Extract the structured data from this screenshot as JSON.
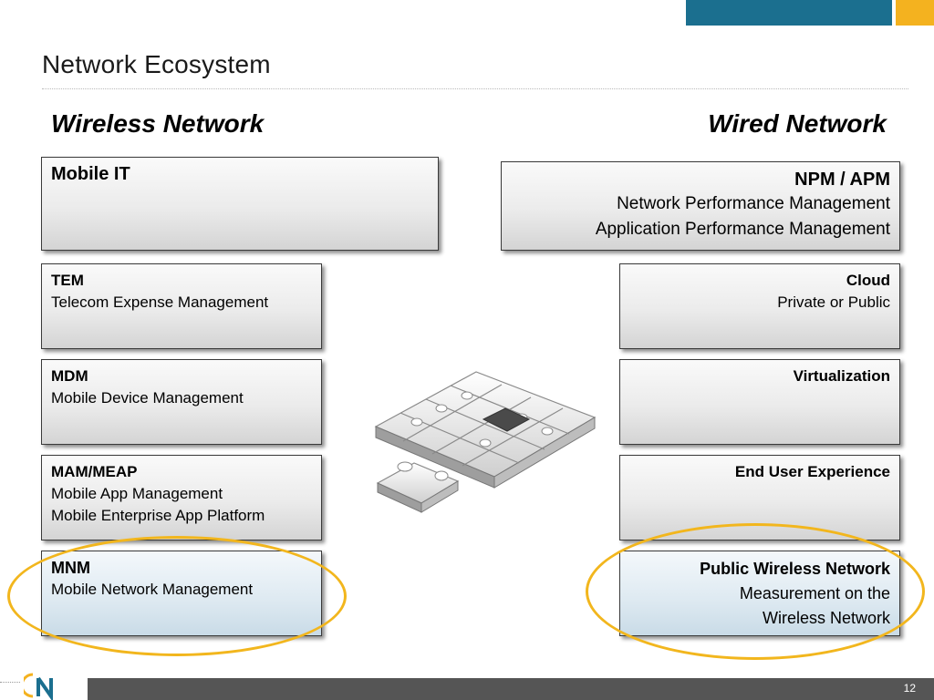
{
  "slide": {
    "title": "Network Ecosystem",
    "page_number": "12"
  },
  "wireless": {
    "heading": "Wireless Network",
    "boxes": [
      {
        "head": "Mobile IT",
        "lines": []
      },
      {
        "head": "TEM",
        "lines": [
          "Telecom Expense Management"
        ]
      },
      {
        "head": "MDM",
        "lines": [
          "Mobile Device Management"
        ]
      },
      {
        "head": "MAM/MEAP",
        "lines": [
          "Mobile App Management",
          "Mobile Enterprise App Platform"
        ]
      },
      {
        "head": "MNM",
        "lines": [
          "Mobile Network Management"
        ]
      }
    ]
  },
  "wired": {
    "heading": "Wired Network",
    "boxes": [
      {
        "head": "NPM / APM",
        "lines": [
          "Network Performance Management",
          "Application Performance Management"
        ]
      },
      {
        "head": "Cloud",
        "lines": [
          "Private or Public"
        ]
      },
      {
        "head": "Virtualization",
        "lines": []
      },
      {
        "head": "End User Experience",
        "lines": []
      },
      {
        "head": "Public Wireless Network",
        "lines": [
          "Measurement on the",
          "Wireless Network"
        ]
      }
    ]
  },
  "colors": {
    "accent_teal": "#1b6f8f",
    "accent_orange": "#f4b21f",
    "highlight_ellipse": "#f2b61d",
    "highlight_box": "#dde9f1"
  },
  "icons": {
    "center_graphic": "puzzle-pieces-icon",
    "logo": "company-logo-icon"
  }
}
